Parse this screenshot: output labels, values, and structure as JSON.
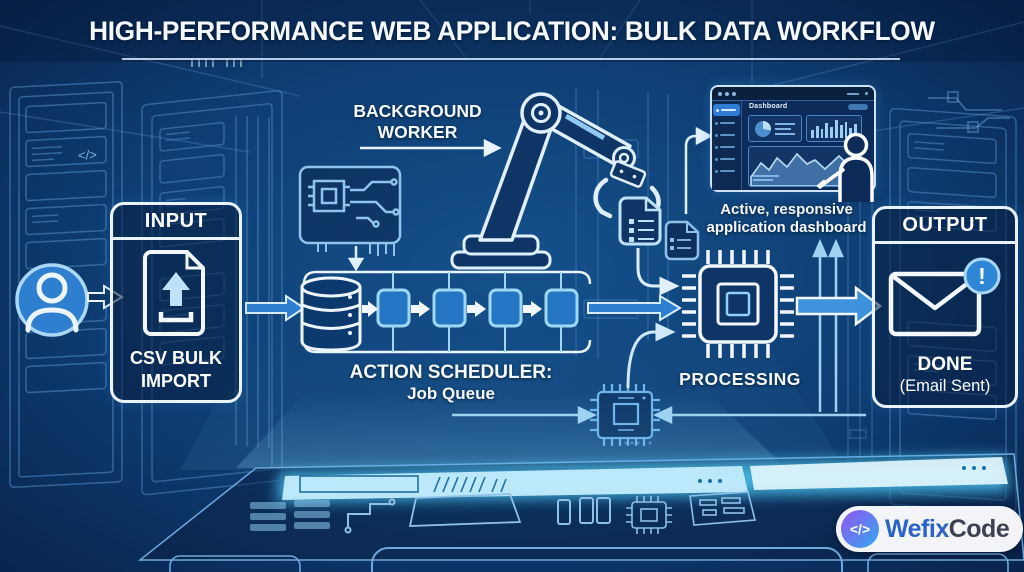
{
  "title": "HIGH-PERFORMANCE WEB APPLICATION: BULK DATA WORKFLOW",
  "input": {
    "header": "INPUT",
    "label_line1": "CSV BULK",
    "label_line2": "IMPORT"
  },
  "background_worker": {
    "line1": "BACKGROUND",
    "line2": "WORKER"
  },
  "scheduler": {
    "line1": "ACTION SCHEDULER:",
    "line2": "Job Queue"
  },
  "dashboard": {
    "window_title": "Dashboard",
    "caption_line1": "Active, responsive",
    "caption_line2": "application dashboard"
  },
  "processing": {
    "label": "PROCESSING"
  },
  "output": {
    "header": "OUTPUT",
    "status": "DONE",
    "detail": "(Email Sent)",
    "badge_glyph": "!"
  },
  "logo": {
    "icon_glyph": "</>",
    "name_primary": "Wefix",
    "name_secondary": "Code"
  },
  "decor": {
    "rack_code_glyph": "</>"
  },
  "colors": {
    "background_dark": "#081f45",
    "background_mid": "#15518c",
    "line_art": "#8fc0e8",
    "flow_stroke": "#e9f3fc",
    "arrow_fill": "#2e7fd0",
    "queue_box_fill": "#2575c5",
    "queue_box_border": "#9fd8f7",
    "glow": "#aee6fb",
    "badge_blue": "#2e86d4",
    "logo_blue": "#2a62c8",
    "logo_dark": "#3b4150",
    "logo_gradient_start": "#8a5cf0",
    "logo_gradient_end": "#3aa0f0"
  }
}
